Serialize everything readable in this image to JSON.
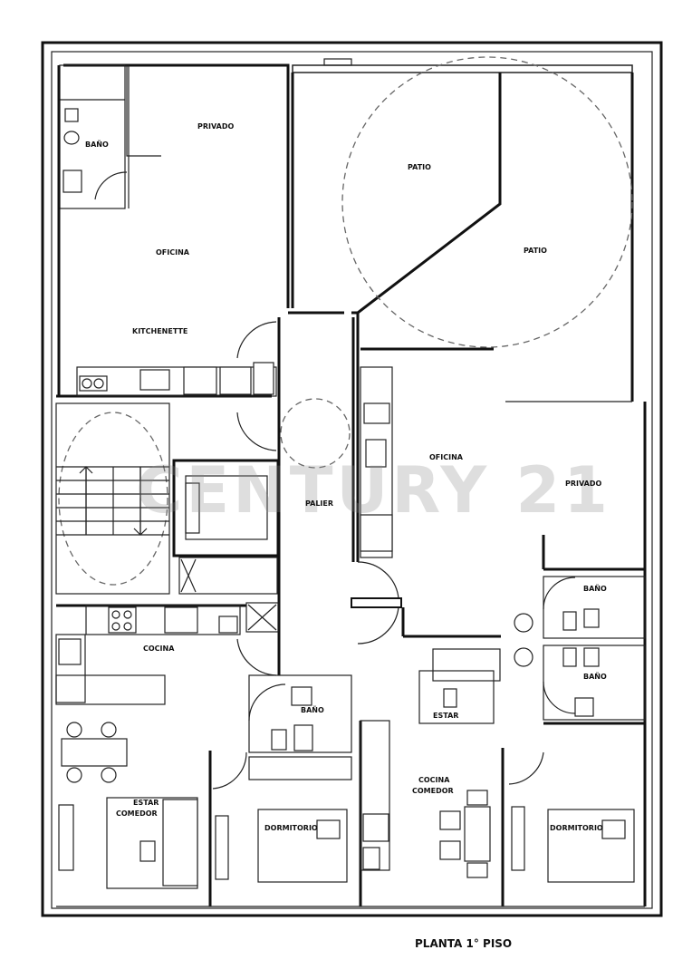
{
  "plan_title": "PLANTA 1° PISO",
  "watermark": "CENTURY 21",
  "rooms": {
    "privado_1": "PRIVADO",
    "bano_1": "BAÑO",
    "oficina_1": "OFICINA",
    "kitchenette": "KITCHENETTE",
    "patio_1": "PATIO",
    "patio_2": "PATIO",
    "oficina_2": "OFICINA",
    "privado_2": "PRIVADO",
    "palier": "PALIER",
    "cocina": "COCINA",
    "bano_2": "BAÑO",
    "bano_3": "BAÑO",
    "bano_4": "BAÑO",
    "estar": "ESTAR",
    "estar_comedor_1": "ESTAR",
    "estar_comedor_2": "COMEDOR",
    "dormitorio_1": "DORMITORIO",
    "cocina_comedor_1": "COCINA",
    "cocina_comedor_2": "COMEDOR",
    "dormitorio_2": "DORMITORIO"
  }
}
